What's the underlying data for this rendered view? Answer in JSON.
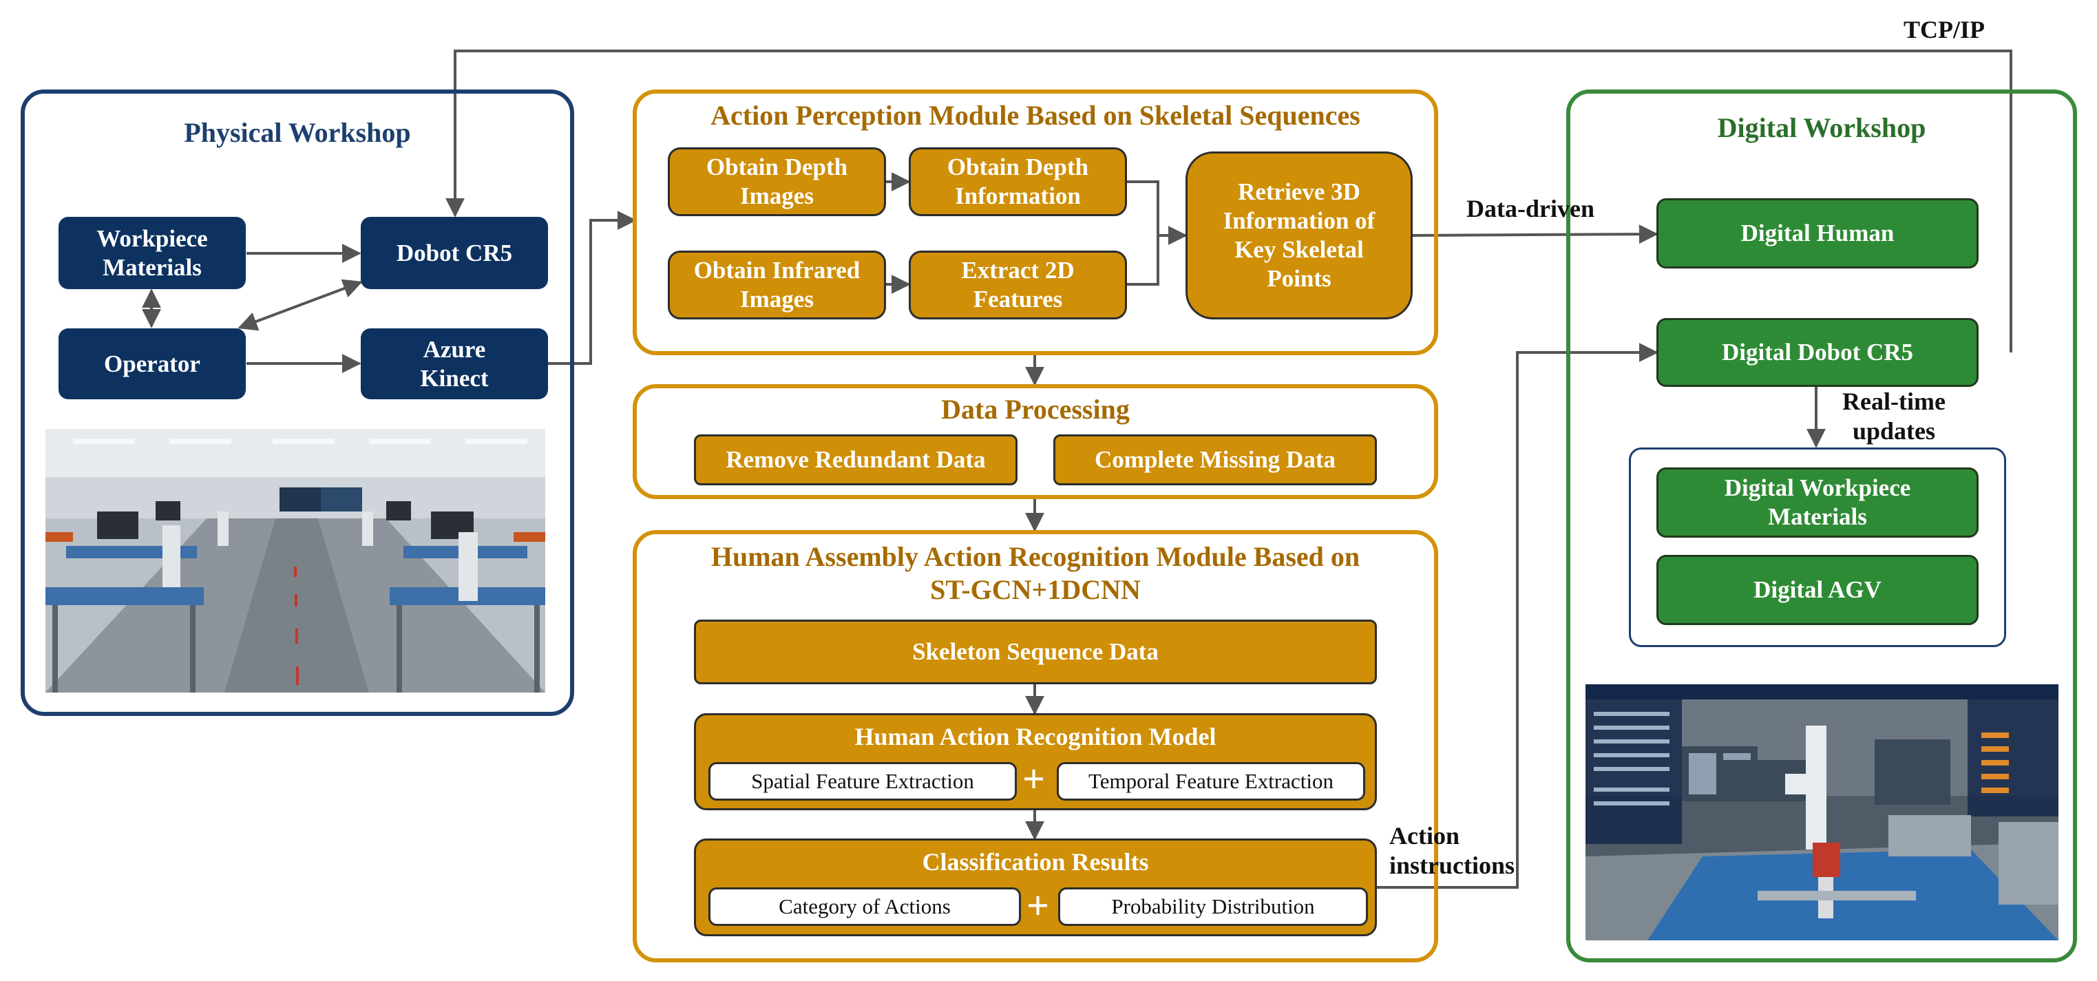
{
  "colors": {
    "navy": "#0d3260",
    "gold": "#cf8f07",
    "green": "#2e8b35",
    "connector": "#555555"
  },
  "labels": {
    "tcp_ip": "TCP/IP",
    "data_driven": "Data-driven",
    "realtime_l1": "Real-time",
    "realtime_l2": "updates",
    "action_l1": "Action",
    "action_l2": "instructions"
  },
  "physical": {
    "title": "Physical Workshop",
    "workpiece_l1": "Workpiece",
    "workpiece_l2": "Materials",
    "dobot": "Dobot CR5",
    "operator": "Operator",
    "kinect_l1": "Azure",
    "kinect_l2": "Kinect"
  },
  "perception": {
    "title": "Action Perception Module Based on Skeletal Sequences",
    "depth_images_l1": "Obtain Depth",
    "depth_images_l2": "Images",
    "depth_info_l1": "Obtain Depth",
    "depth_info_l2": "Information",
    "infrared_l1": "Obtain Infrared",
    "infrared_l2": "Images",
    "features_l1": "Extract 2D",
    "features_l2": "Features",
    "retrieve_l1": "Retrieve 3D",
    "retrieve_l2": "Information of",
    "retrieve_l3": "Key Skeletal",
    "retrieve_l4": "Points"
  },
  "processing": {
    "title": "Data Processing",
    "remove": "Remove Redundant Data",
    "complete": "Complete Missing Data"
  },
  "recognition": {
    "title_l1": "Human Assembly Action Recognition Module Based on",
    "title_l2": "ST-GCN+1DCNN",
    "skeleton": "Skeleton Sequence Data",
    "model_title": "Human Action Recognition Model",
    "spatial": "Spatial Feature Extraction",
    "temporal": "Temporal Feature Extraction",
    "plus": "+",
    "results_title": "Classification Results",
    "category": "Category of Actions",
    "probability": "Probability Distribution"
  },
  "digital": {
    "title": "Digital Workshop",
    "human": "Digital Human",
    "dobot": "Digital Dobot CR5",
    "workpiece_l1": "Digital Workpiece",
    "workpiece_l2": "Materials",
    "agv": "Digital AGV"
  }
}
